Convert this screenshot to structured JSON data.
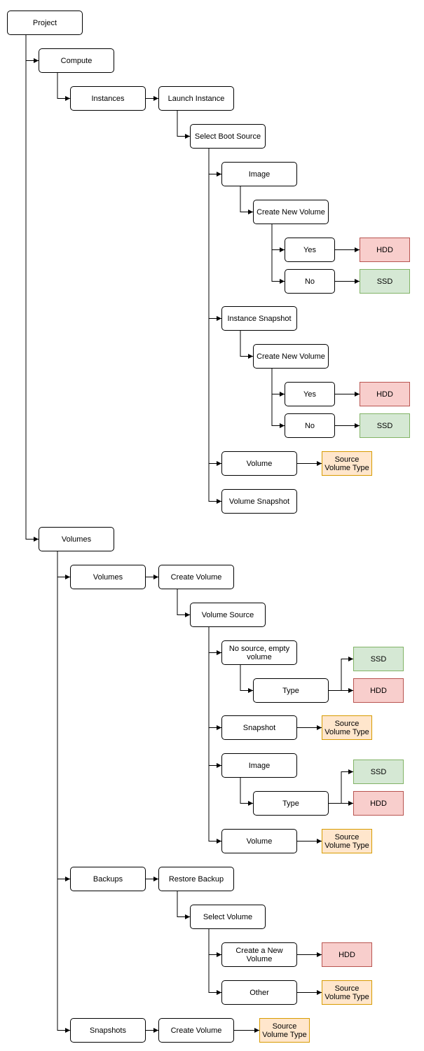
{
  "diagram": {
    "type": "tree",
    "colors": {
      "hdd_fill": "#f8cecc",
      "ssd_fill": "#d5e8d4",
      "source_volume_type_fill": "#ffe6cc"
    },
    "nodes": [
      {
        "id": "project",
        "label": "Project"
      },
      {
        "id": "compute",
        "label": "Compute"
      },
      {
        "id": "instances",
        "label": "Instances"
      },
      {
        "id": "launch-instance",
        "label": "Launch Instance"
      },
      {
        "id": "select-boot-source",
        "label": "Select Boot Source"
      },
      {
        "id": "boot-image",
        "label": "Image"
      },
      {
        "id": "image-create-new-volume",
        "label": "Create New Volume"
      },
      {
        "id": "image-yes",
        "label": "Yes"
      },
      {
        "id": "image-yes-hdd",
        "label": "HDD"
      },
      {
        "id": "image-no",
        "label": "No"
      },
      {
        "id": "image-no-ssd",
        "label": "SSD"
      },
      {
        "id": "boot-instance-snapshot",
        "label": "Instance Snapshot"
      },
      {
        "id": "snapshot-create-new-volume",
        "label": "Create New Volume"
      },
      {
        "id": "snapshot-yes",
        "label": "Yes"
      },
      {
        "id": "snapshot-yes-hdd",
        "label": "HDD"
      },
      {
        "id": "snapshot-no",
        "label": "No"
      },
      {
        "id": "snapshot-no-ssd",
        "label": "SSD"
      },
      {
        "id": "boot-volume",
        "label": "Volume"
      },
      {
        "id": "boot-volume-source-type",
        "label": "Source\nVolume Type"
      },
      {
        "id": "boot-volume-snapshot",
        "label": "Volume Snapshot"
      },
      {
        "id": "volumes-menu",
        "label": "Volumes"
      },
      {
        "id": "volumes-item",
        "label": "Volumes"
      },
      {
        "id": "volumes-create-volume",
        "label": "Create Volume"
      },
      {
        "id": "volume-source",
        "label": "Volume Source"
      },
      {
        "id": "no-source-empty-volume",
        "label": "No source, empty\nvolume"
      },
      {
        "id": "empty-type",
        "label": "Type"
      },
      {
        "id": "empty-type-ssd",
        "label": "SSD"
      },
      {
        "id": "empty-type-hdd",
        "label": "HDD"
      },
      {
        "id": "vs-snapshot",
        "label": "Snapshot"
      },
      {
        "id": "vs-snapshot-source-type",
        "label": "Source\nVolume Type"
      },
      {
        "id": "vs-image",
        "label": "Image"
      },
      {
        "id": "vs-image-type",
        "label": "Type"
      },
      {
        "id": "vs-image-type-ssd",
        "label": "SSD"
      },
      {
        "id": "vs-image-type-hdd",
        "label": "HDD"
      },
      {
        "id": "vs-volume",
        "label": "Volume"
      },
      {
        "id": "vs-volume-source-type",
        "label": "Source\nVolume Type"
      },
      {
        "id": "backups",
        "label": "Backups"
      },
      {
        "id": "restore-backup",
        "label": "Restore Backup"
      },
      {
        "id": "select-volume",
        "label": "Select Volume"
      },
      {
        "id": "create-a-new-volume",
        "label": "Create a New Volume"
      },
      {
        "id": "create-a-new-volume-hdd",
        "label": "HDD"
      },
      {
        "id": "other",
        "label": "Other"
      },
      {
        "id": "other-source-type",
        "label": "Source\nVolume Type"
      },
      {
        "id": "snapshots",
        "label": "Snapshots"
      },
      {
        "id": "snapshots-create-volume",
        "label": "Create Volume"
      },
      {
        "id": "snapshots-source-type",
        "label": "Source\nVolume Type"
      }
    ]
  }
}
